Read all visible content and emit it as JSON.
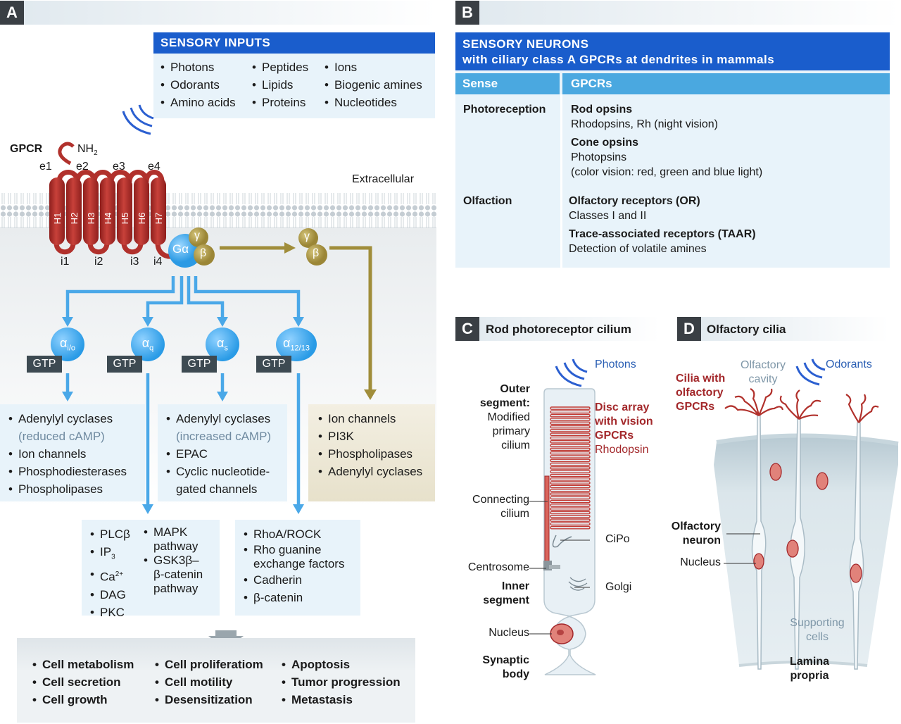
{
  "panel_a": {
    "letter": "A",
    "sensory_inputs": {
      "title": "SENSORY INPUTS",
      "col1": [
        "Photons",
        "Odorants",
        "Amino acids"
      ],
      "col2": [
        "Peptides",
        "Lipids",
        "Proteins"
      ],
      "col3": [
        "Ions",
        "Biogenic amines",
        "Nucleotides"
      ]
    },
    "gpcr_label": "GPCR",
    "nh2": "NH",
    "nh2_sub": "2",
    "extracellular": "Extracellular",
    "loops_e": [
      "e1",
      "e2",
      "e3",
      "e4"
    ],
    "loops_i": [
      "i1",
      "i2",
      "i3",
      "i4"
    ],
    "helices": [
      "H1",
      "H2",
      "H3",
      "H4",
      "H5",
      "H6",
      "H7"
    ],
    "g_alpha": "Gα",
    "gamma": "γ",
    "beta": "β",
    "gtp": "GTP",
    "alphas": [
      {
        "sym": "α",
        "sub": "i/o"
      },
      {
        "sym": "α",
        "sub": "q"
      },
      {
        "sym": "α",
        "sub": "s"
      },
      {
        "sym": "α",
        "sub": "12/13"
      }
    ],
    "box_io": [
      "Adenylyl cyclases",
      "(reduced cAMP)",
      "Ion channels",
      "Phosphodiesterases",
      "Phospholipases"
    ],
    "box_s": [
      "Adenylyl cyclases",
      "(increased cAMP)",
      "EPAC",
      "Cyclic nucleotide-",
      "gated channels"
    ],
    "box_beta_gamma": [
      "Ion channels",
      "PI3K",
      "Phospholipases",
      "Adenylyl cyclases"
    ],
    "box_q_col1": [
      "PLCβ",
      "IP",
      "Ca",
      "DAG",
      "PKC"
    ],
    "ip_sub": "3",
    "ca_sup": "2+",
    "box_q_col2": [
      "MAPK",
      "pathway",
      "GSK3β–",
      "β-catenin",
      "pathway"
    ],
    "box_1213": [
      "RhoA/ROCK",
      "Rho guanine",
      "exchange factors",
      "Cadherin",
      "β-catenin"
    ],
    "outcomes": {
      "col1": [
        "Cell metabolism",
        "Cell secretion",
        "Cell growth"
      ],
      "col2": [
        "Cell proliferatiom",
        "Cell motility",
        "Desensitization"
      ],
      "col3": [
        "Apoptosis",
        "Tumor progression",
        "Metastasis"
      ]
    }
  },
  "panel_b": {
    "letter": "B",
    "title_line1": "SENSORY NEURONS",
    "title_line2": "with ciliary class A GPCRs at dendrites in mammals",
    "col_sense": "Sense",
    "col_gpcrs": "GPCRs",
    "rows": [
      {
        "sense": "Photoreception",
        "entries": [
          {
            "name": "Rod opsins",
            "lines": [
              "Rhodopsins, Rh (night vision)"
            ]
          },
          {
            "name": "Cone opsins",
            "lines": [
              "Photopsins",
              "(color vision: red, green and blue light)"
            ]
          }
        ]
      },
      {
        "sense": "Olfaction",
        "entries": [
          {
            "name": "Olfactory receptors (OR)",
            "lines": [
              "Classes I and II"
            ]
          },
          {
            "name": "Trace-associated receptors (TAAR)",
            "lines": [
              "Detection of volatile amines"
            ]
          }
        ]
      }
    ]
  },
  "panel_c": {
    "letter": "C",
    "title": "Rod photoreceptor cilium",
    "photons": "Photons",
    "outer_segment": "Outer",
    "outer_segment2": "segment:",
    "modified": "Modified",
    "primary": "primary",
    "cilium": "cilium",
    "disc1": "Disc array",
    "disc2": "with vision",
    "disc3": "GPCRs",
    "rhodopsin": "Rhodopsin",
    "connecting": "Connecting",
    "connecting2": "cilium",
    "cipo": "CiPo",
    "centrosome": "Centrosome",
    "inner": "Inner",
    "inner2": "segment",
    "golgi": "Golgi",
    "nucleus": "Nucleus",
    "synaptic": "Synaptic",
    "synaptic2": "body"
  },
  "panel_d": {
    "letter": "D",
    "title": "Olfactory cilia",
    "cilia1": "Cilia with",
    "cilia2": "olfactory",
    "cilia3": "GPCRs",
    "cavity1": "Olfactory",
    "cavity2": "cavity",
    "odorants": "Odorants",
    "neuron1": "Olfactory",
    "neuron2": "neuron",
    "nucleus": "Nucleus",
    "supporting1": "Supporting",
    "supporting2": "cells",
    "lamina1": "Lamina",
    "lamina2": "propria"
  },
  "colors": {
    "dark_header": "#3a3f44",
    "blue_header": "#1a5dcc",
    "arrow_blue": "#4aa8e8",
    "arrow_olive": "#a08d3a",
    "gpcr_red": "#b1312c",
    "box_light": "#e8f3fa"
  }
}
